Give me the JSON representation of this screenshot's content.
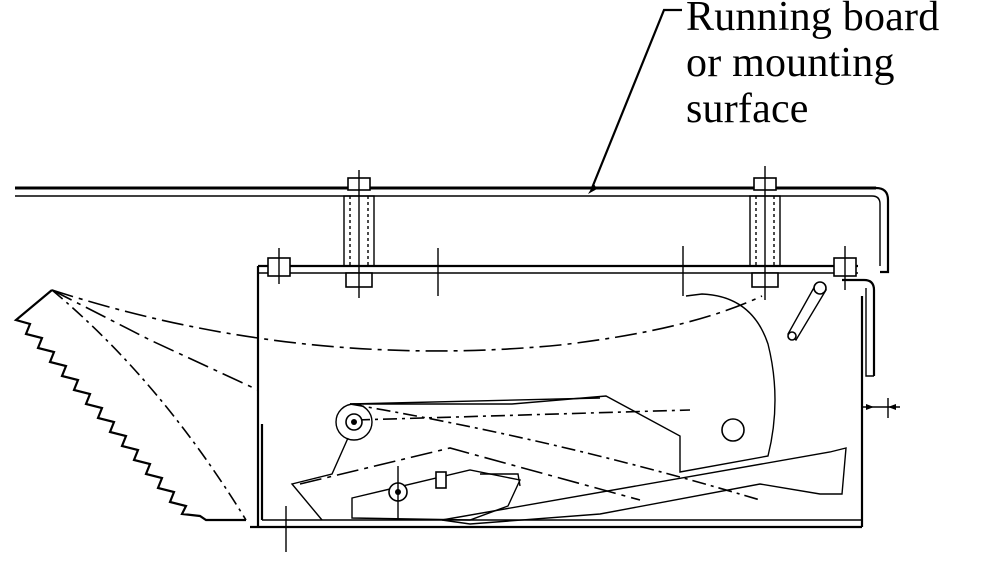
{
  "callout": {
    "lines": [
      "Running board",
      "or mounting",
      "surface"
    ]
  },
  "colors": {
    "ink": "#000000",
    "paper": "#ffffff"
  }
}
